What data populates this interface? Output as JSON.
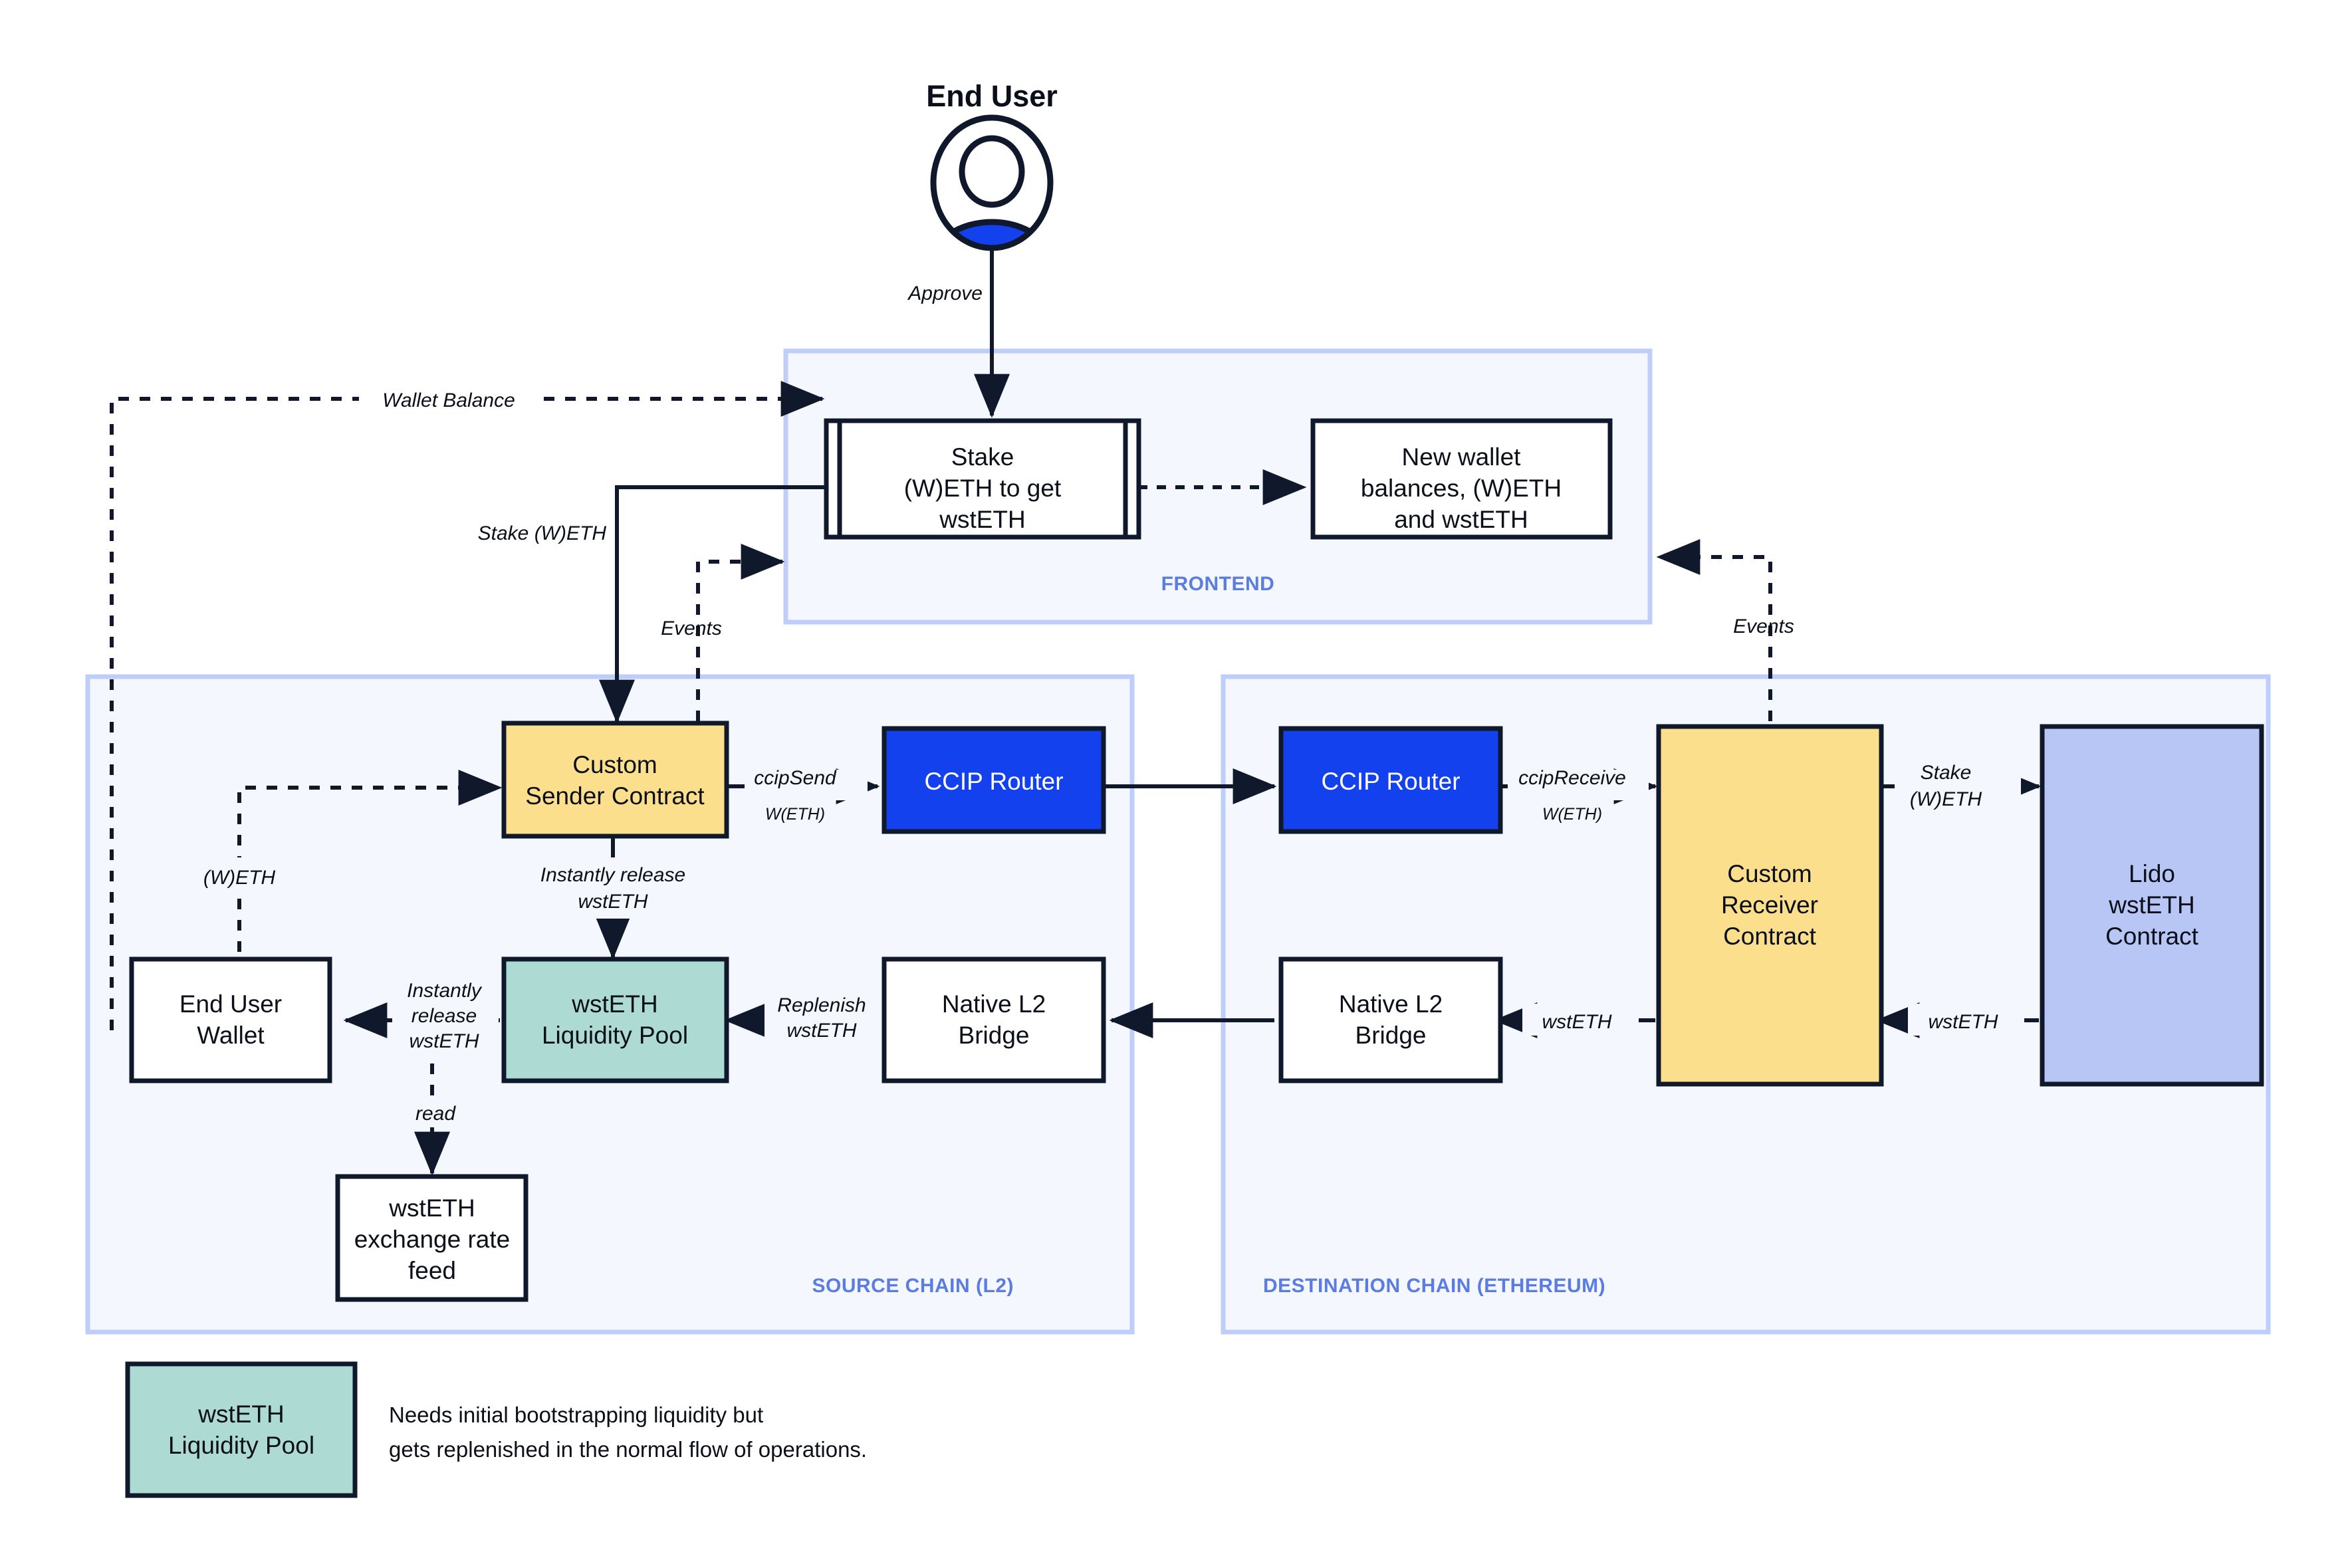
{
  "title": "End User",
  "groups": {
    "frontend": "FRONTEND",
    "source_chain": "SOURCE CHAIN (L2)",
    "destination_chain": "DESTINATION CHAIN (ETHEREUM)"
  },
  "nodes": {
    "end_user": "End User",
    "stake_weth": [
      "Stake",
      "(W)ETH to get",
      "wstETH"
    ],
    "new_wallet_balances": [
      "New wallet",
      "balances, (W)ETH",
      "and wstETH"
    ],
    "custom_sender_contract": [
      "Custom",
      "Sender Contract"
    ],
    "ccip_router_source": "CCIP Router",
    "ccip_router_dest": "CCIP Router",
    "custom_receiver_contract": [
      "Custom",
      "Receiver",
      "Contract"
    ],
    "lido_wsteth_contract": [
      "Lido",
      "wstETH",
      "Contract"
    ],
    "end_user_wallet": [
      "End User",
      "Wallet"
    ],
    "wsteth_liquidity_pool": [
      "wstETH",
      "Liquidity Pool"
    ],
    "native_l2_bridge_source": [
      "Native L2",
      "Bridge"
    ],
    "native_l2_bridge_dest": [
      "Native L2",
      "Bridge"
    ],
    "wsteth_exchange_rate_feed": [
      "wstETH",
      "exchange rate",
      "feed"
    ]
  },
  "edges": {
    "approve": "Approve",
    "wallet_balance": "Wallet Balance",
    "stake_weth_label": "Stake (W)ETH",
    "events_left": "Events",
    "events_right": "Events",
    "ccip_send": "ccipSend",
    "ccip_send_sub": "W(ETH)",
    "ccip_receive": "ccipReceive",
    "ccip_receive_sub": "W(ETH)",
    "stake_weth_dest": [
      "Stake",
      "(W)ETH"
    ],
    "instantly_release_wsteth_vert": [
      "Instantly release",
      "wstETH"
    ],
    "instantly_release_wsteth_horiz": [
      "Instantly",
      "release",
      "wstETH"
    ],
    "replenish_wsteth": [
      "Replenish",
      "wstETH"
    ],
    "weth_dashed": "(W)ETH",
    "read": "read",
    "wsteth_mid": "wstETH",
    "wsteth_right": "wstETH"
  },
  "legend": {
    "swatch_label": [
      "wstETH",
      "Liquidity Pool"
    ],
    "note": [
      "Needs initial bootstrapping liquidity but",
      "gets replenished in the normal flow of operations."
    ]
  },
  "colors": {
    "amber": "#FBDF8D",
    "teal": "#AEDAD4",
    "blue": "#1341EE",
    "lavender": "#B8C6F5",
    "group_fill": "#F5F7FE",
    "group_stroke": "#BFCDFB",
    "group_label": "#5B7CE0",
    "stroke": "#10182B",
    "white": "#FFFFFF"
  }
}
